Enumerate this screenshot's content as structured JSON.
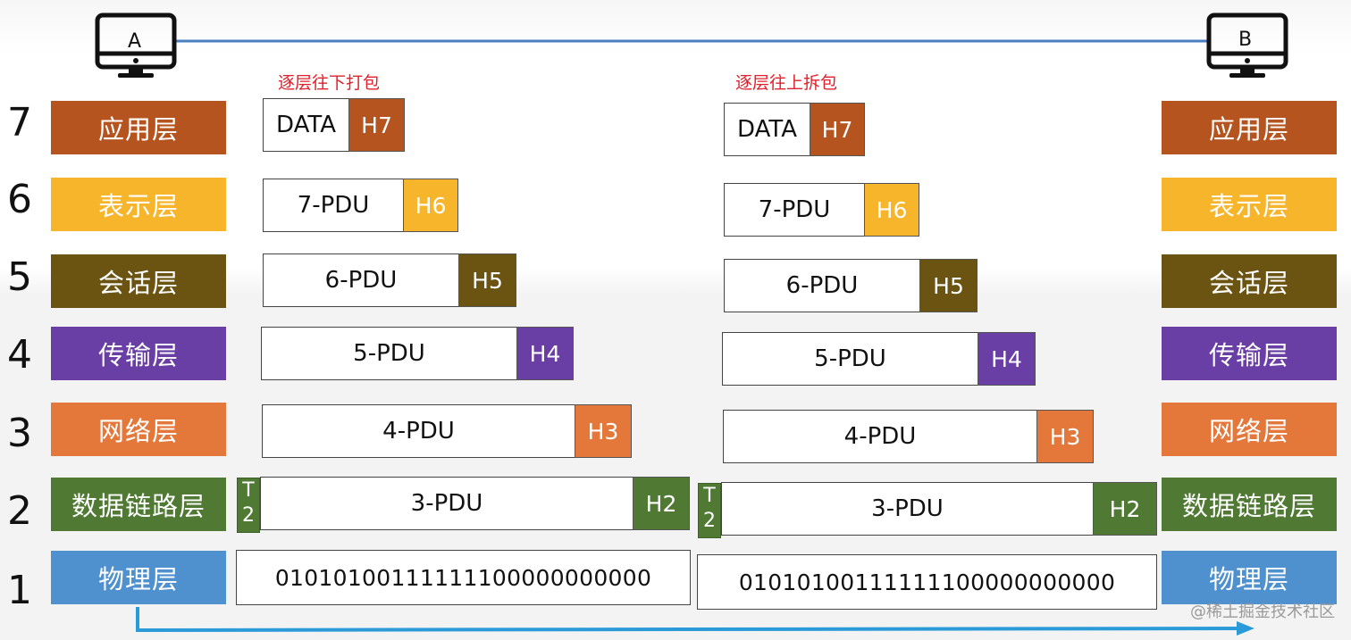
{
  "hosts": {
    "left": "A",
    "right": "B"
  },
  "annotations": {
    "encapsulate": "逐层往下打包",
    "decapsulate": "逐层往上拆包"
  },
  "layer_numbers": [
    "7",
    "6",
    "5",
    "4",
    "3",
    "2",
    "1"
  ],
  "layers": [
    {
      "name": "应用层",
      "color": "#b5541f"
    },
    {
      "name": "表示层",
      "color": "#f6b52a"
    },
    {
      "name": "会话层",
      "color": "#6b5312"
    },
    {
      "name": "传输层",
      "color": "#6a3fa5"
    },
    {
      "name": "网络层",
      "color": "#e4783a"
    },
    {
      "name": "数据链路层",
      "color": "#507a34"
    },
    {
      "name": "物理层",
      "color": "#4f90cf"
    }
  ],
  "packets": {
    "l7": {
      "payload": "DATA",
      "header": "H7"
    },
    "l6": {
      "payload": "7-PDU",
      "header": "H6"
    },
    "l5": {
      "payload": "6-PDU",
      "header": "H5"
    },
    "l4": {
      "payload": "5-PDU",
      "header": "H4"
    },
    "l3": {
      "payload": "4-PDU",
      "header": "H3"
    },
    "l2": {
      "payload": "3-PDU",
      "header": "H2",
      "trailer_top": "T",
      "trailer_bottom": "2"
    },
    "l1": {
      "bits": "01010100111111100000000000"
    }
  },
  "watermark": "@稀土掘金技术社区"
}
